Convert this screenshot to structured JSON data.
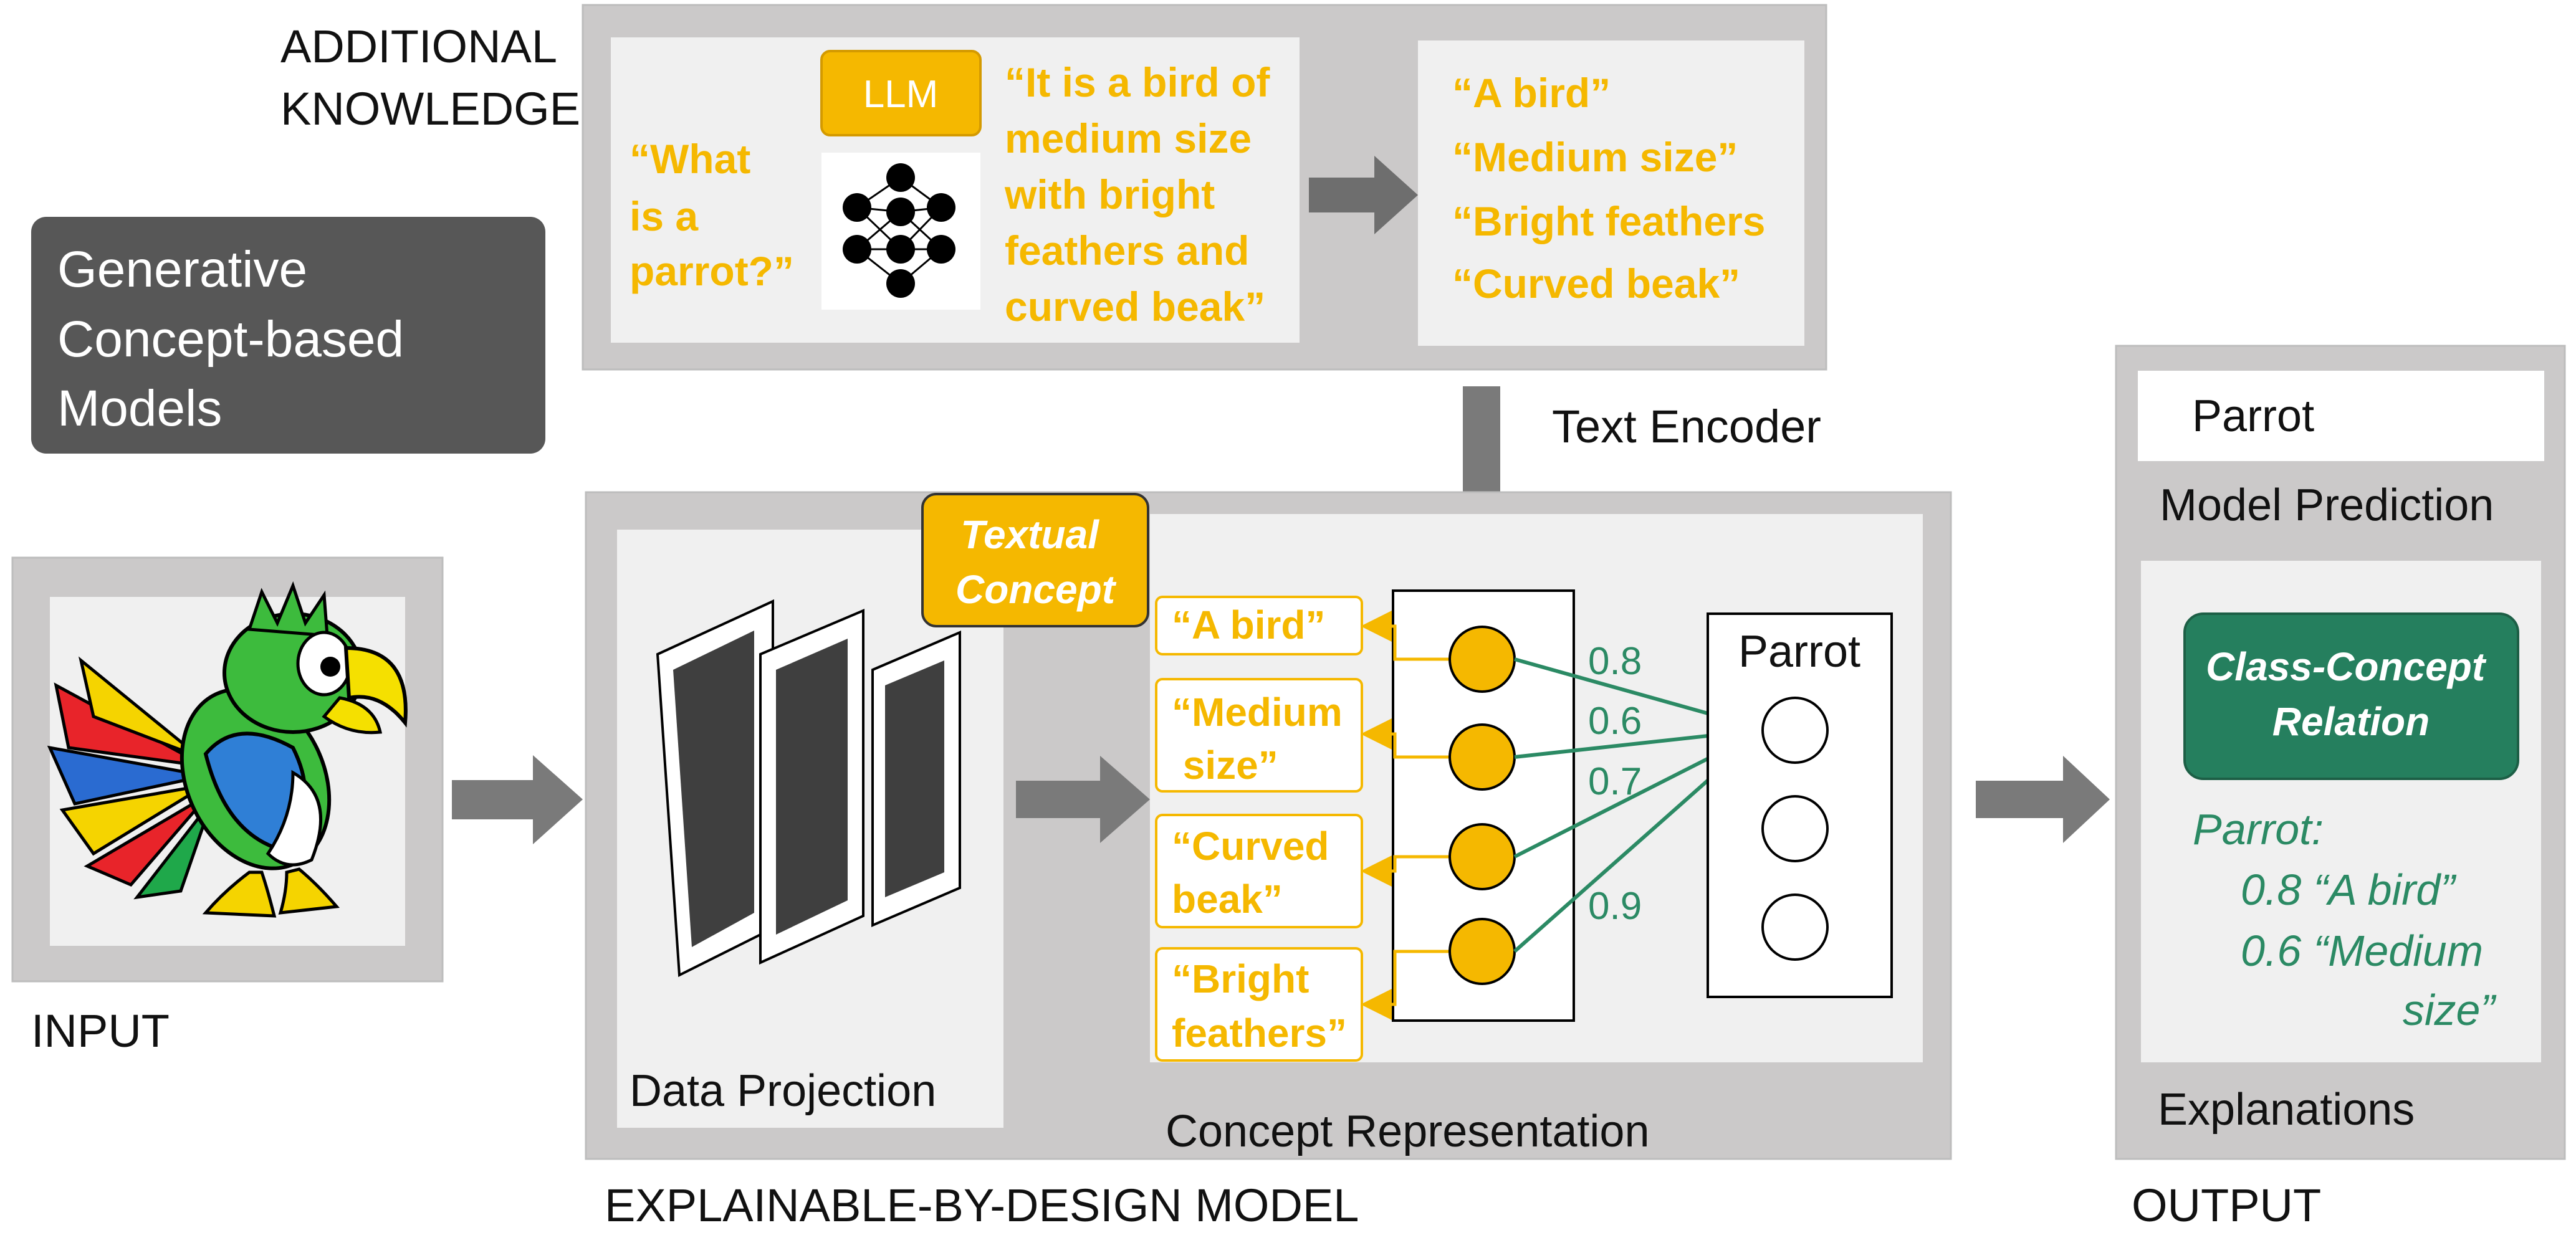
{
  "section_labels": {
    "additional_knowledge": [
      "ADDITIONAL",
      "KNOWLEDGE"
    ],
    "input": "INPUT",
    "model": "EXPLAINABLE-BY-DESIGN MODEL",
    "output": "OUTPUT"
  },
  "title_box": [
    "Generative",
    "Concept-based",
    "Models"
  ],
  "knowledge": {
    "question": [
      "“What",
      "is a",
      "parrot?”"
    ],
    "llm_label": "LLM",
    "llm_answer": [
      "“It is a bird of",
      "medium size",
      "with bright",
      "feathers and",
      "curved beak”"
    ],
    "extracted_concepts": [
      "“A bird”",
      "“Medium size”",
      "“Bright feathers",
      "“Curved beak”"
    ]
  },
  "text_encoder_label": "Text Encoder",
  "model": {
    "data_projection_label": "Data Projection",
    "textual_concept_tag": [
      "Textual",
      "Concept"
    ],
    "concepts": [
      [
        "“A bird”"
      ],
      [
        "“Medium",
        " size”"
      ],
      [
        "“Curved",
        "beak”"
      ],
      [
        "“Bright",
        "feathers”"
      ]
    ],
    "weights": [
      "0.8",
      "0.6",
      "0.7",
      "0.9"
    ],
    "class_label": "Parrot",
    "concept_representation_label": "Concept Representation"
  },
  "output": {
    "prediction_value": "Parrot",
    "prediction_label": "Model Prediction",
    "relation_title": [
      "Class-Concept",
      "Relation"
    ],
    "explanation_lines": [
      "Parrot:",
      "0.8 “A bird”",
      "0.6 “Medium",
      "size”"
    ],
    "explanations_label": "Explanations"
  },
  "colors": {
    "accent_yellow": "#f5b800",
    "accent_green": "#2b8a64",
    "panel_gray": "#cbc9c9",
    "inner_panel": "#f0f0f0",
    "dark_box": "#575757",
    "arrow_gray": "#7a7a7a"
  }
}
